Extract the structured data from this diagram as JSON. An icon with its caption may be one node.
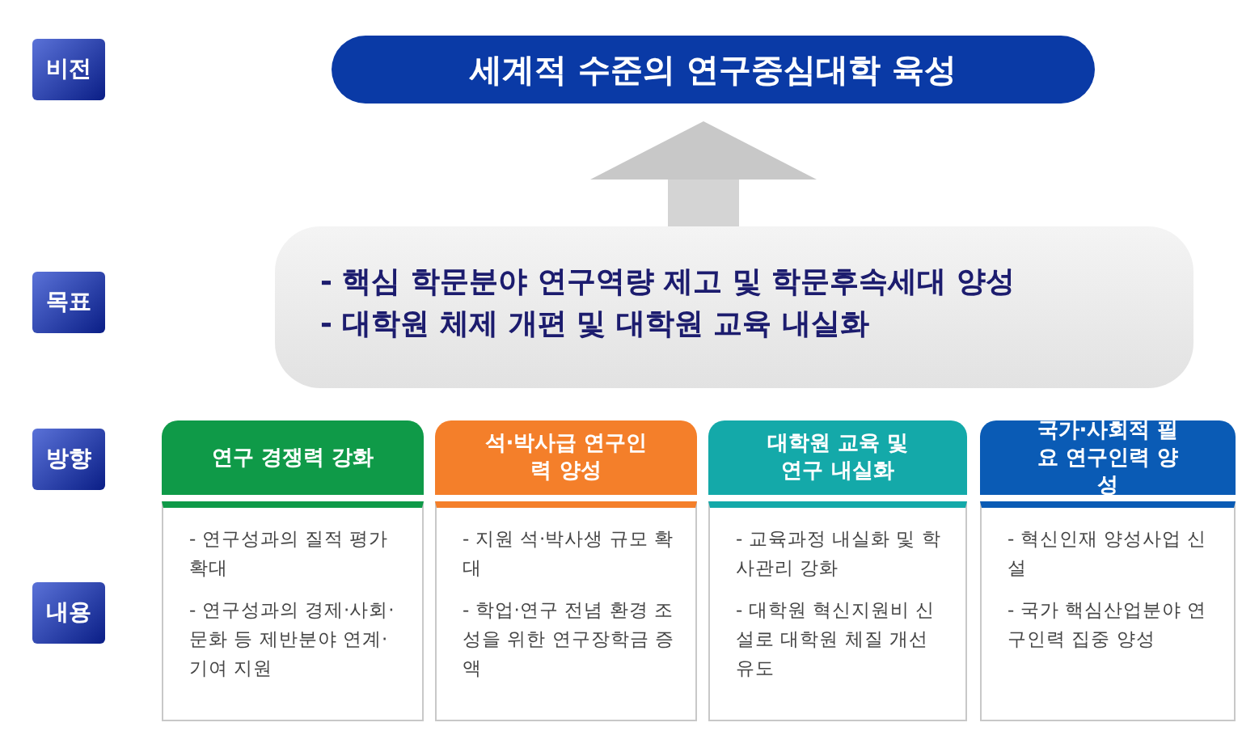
{
  "diagram": {
    "nodes": [
      {
        "text": [
          "비전"
        ]
      },
      {
        "text": [
          "세계적 수준의 연구중심대학 육성"
        ]
      },
      {
        "text": [
          "목표"
        ]
      },
      {
        "text": [
          "- 핵심 학문분야 연구역량 제고 및 학문후속세대 양성",
          "- 대학원 체제 개편 및 대학원 교육 내실화"
        ]
      },
      {
        "text": [
          "방향"
        ]
      },
      {
        "text": [
          "연구 경쟁력 강화"
        ]
      },
      {
        "text": [
          "석·박사급 연구인력 양성"
        ]
      },
      {
        "text": [
          "대학원 교육 및 연구 내실화"
        ]
      },
      {
        "text": [
          "국가·사회적 필요 연구인력 양성"
        ]
      },
      {
        "text": [
          "내용"
        ]
      },
      {
        "text": [
          "- 연구성과의 질적 평가 확대",
          "- 연구성과의 경제·사회·문화 등 제반분야 연계·기여 지원"
        ]
      },
      {
        "text": [
          "- 지원 석·박사생 규모 확대",
          "- 학업·연구 전념 환경 조성을 위한 연구장학금 증액"
        ]
      },
      {
        "text": [
          "- 교육과정 내실화 및 학사관리 강화",
          "- 대학원 혁신지원비 신설로 대학원 체질 개선 유도"
        ]
      },
      {
        "text": [
          "- 혁신인재 양성사업 신설",
          "- 국가 핵심산업분야 연구인력 집중 양성"
        ]
      }
    ],
    "edges": [
      {
        "from": 3,
        "to": 1,
        "arrow": "to"
      }
    ]
  }
}
